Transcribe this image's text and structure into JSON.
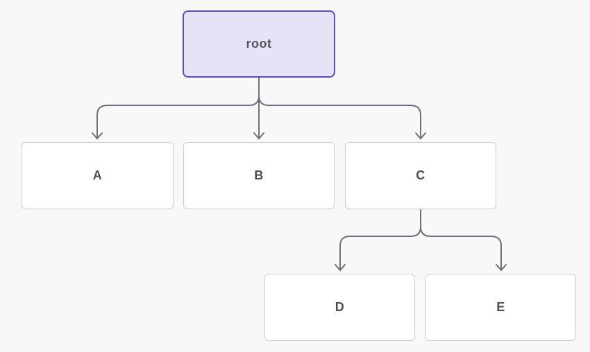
{
  "diagram": {
    "type": "tree",
    "colors": {
      "background": "#f8f8f9",
      "connector": "#6f6e7b",
      "root_fill": "#e6e3f6",
      "root_border": "#5b4ac9",
      "node_fill": "#ffffff",
      "node_border": "#cbcbd5",
      "label_text": "#4b4b5c"
    },
    "nodes": {
      "root": {
        "label": "root"
      },
      "a": {
        "label": "A"
      },
      "b": {
        "label": "B"
      },
      "c": {
        "label": "C"
      },
      "d": {
        "label": "D"
      },
      "e": {
        "label": "E"
      }
    },
    "edges": [
      {
        "from": "root",
        "to": "A"
      },
      {
        "from": "root",
        "to": "B"
      },
      {
        "from": "root",
        "to": "C"
      },
      {
        "from": "C",
        "to": "D"
      },
      {
        "from": "C",
        "to": "E"
      }
    ]
  }
}
